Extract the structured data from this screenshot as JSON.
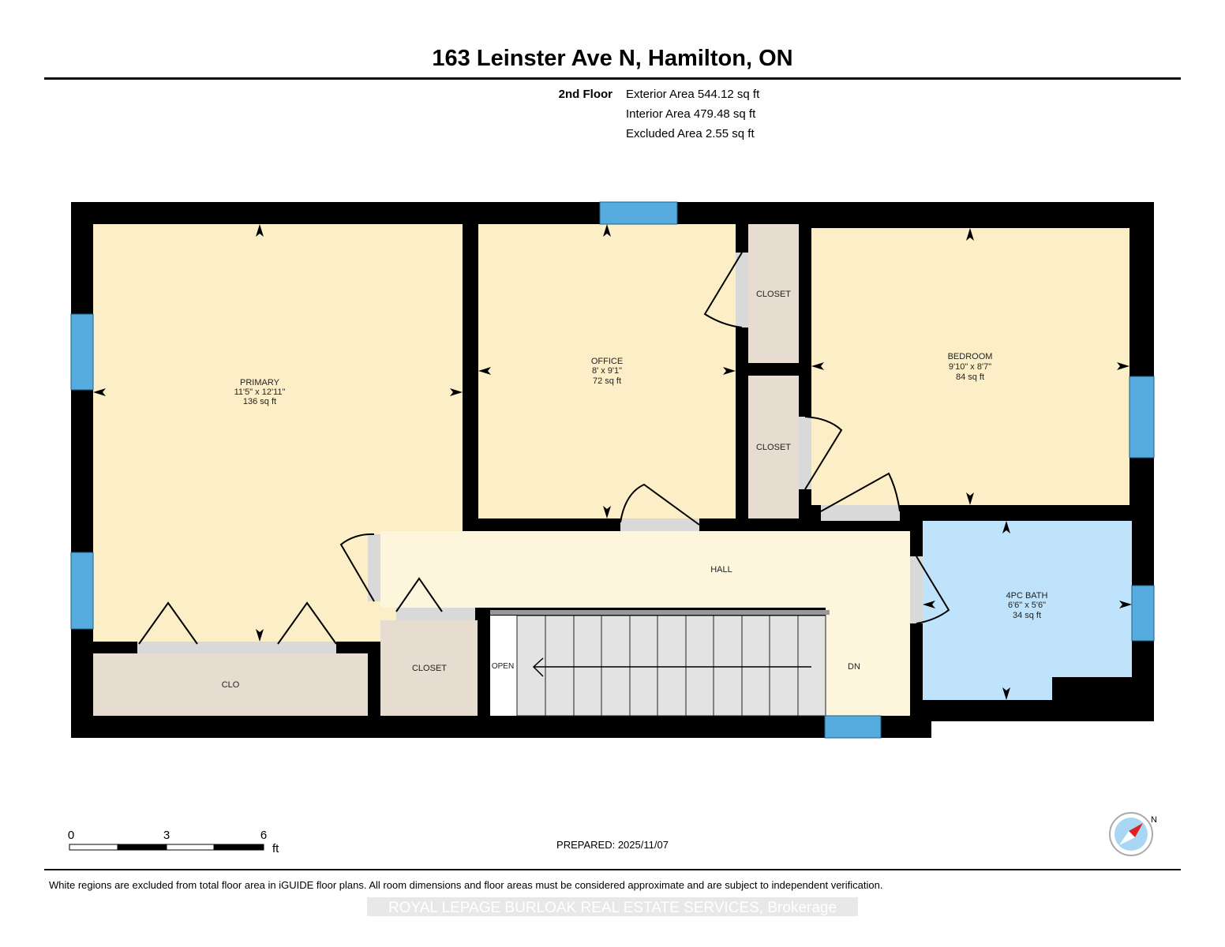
{
  "title": "163 Leinster Ave N, Hamilton, ON",
  "summary": {
    "floor": "2nd Floor",
    "exterior": "Exterior Area 544.12 sq ft",
    "interior": "Interior Area 479.48 sq ft",
    "excluded": "Excluded Area 2.55 sq ft"
  },
  "rooms": {
    "primary": {
      "name": "PRIMARY",
      "dims": "11'5\" x 12'11\"",
      "area": "136 sq ft"
    },
    "office": {
      "name": "OFFICE",
      "dims": "8' x 9'1\"",
      "area": "72 sq ft"
    },
    "bedroom": {
      "name": "BEDROOM",
      "dims": "9'10\" x 8'7\"",
      "area": "84 sq ft"
    },
    "bath": {
      "name": "4PC BATH",
      "dims": "6'6\" x 5'6\"",
      "area": "34 sq ft"
    },
    "closet_a": "CLOSET",
    "closet_b": "CLOSET",
    "closet_c": "CLOSET",
    "clo": "CLO",
    "hall": "HALL",
    "open": "OPEN",
    "dn": "DN"
  },
  "scale": {
    "t0": "0",
    "t3": "3",
    "t6": "6",
    "unit": "ft"
  },
  "compass": "N",
  "prepared": "PREPARED: 2025/11/07",
  "disclaimer": "White regions are excluded from total floor area in iGUIDE floor plans. All room dimensions and floor areas must be considered approximate and are subject to independent verification.",
  "watermark": "ROYAL LEPAGE BURLOAK REAL ESTATE SERVICES, Brokerage",
  "colors": {
    "room": "#fcefc7",
    "hall": "#fdf6dc",
    "closet": "#e6ddd0",
    "bath": "#bfe3fa",
    "window": "#56acdf",
    "wall": "#000000"
  }
}
